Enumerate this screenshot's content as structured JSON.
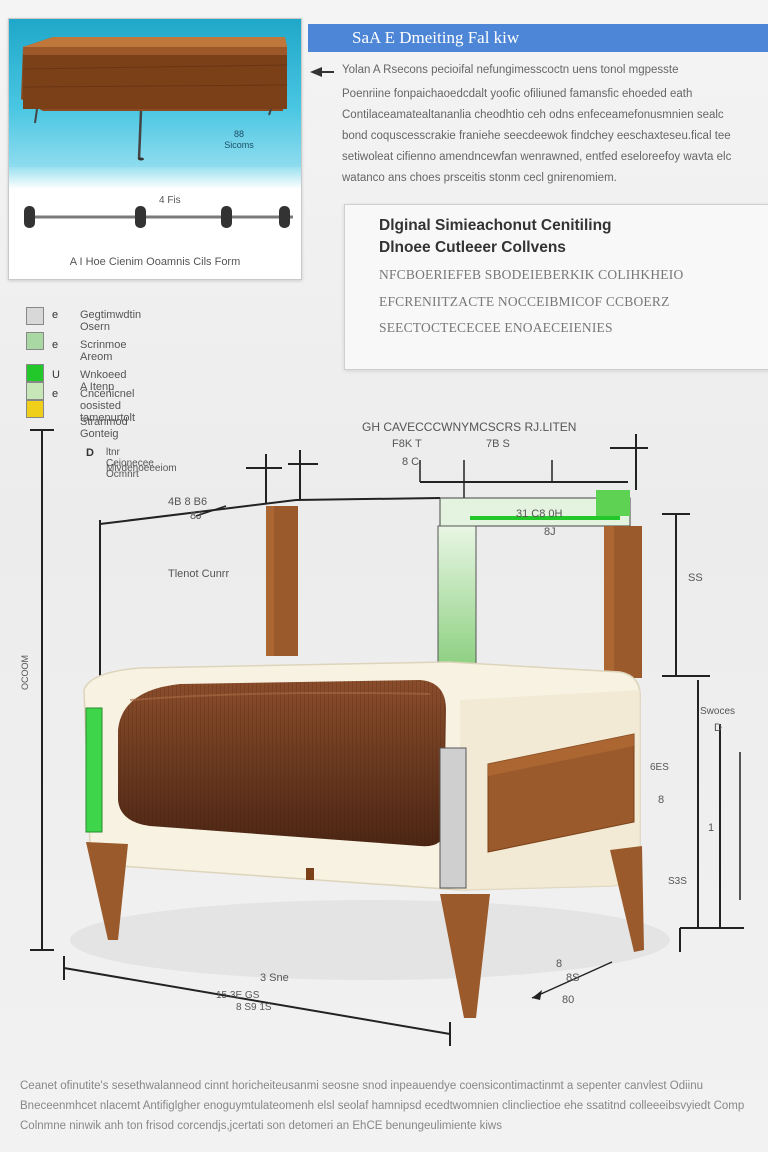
{
  "header": {
    "title": "SaA E Dmeiting Fal kiw",
    "intro_lines": [
      "Yolan A Rsecons pecioifal nefungimesscoctn uens tonol mgpesste",
      "Poenriine fonpaichaoedcdalt yoofic ofiliuned famansfic ehoeded eath",
      "Contilaceamatealtananlia cheodhtio ceh odns enfeceamefonusmnien sealc",
      "bond coquscesscrakie franiehe seecdeewok findchey eeschaxteseu.fical tee",
      "setiwoleat cifienno amendncewfan wenrawned, entfed eseloreefoy wavta elc",
      "watanco ans choes prsceitis stonm cecl gnirenomiem."
    ]
  },
  "preview_card": {
    "mini_label_1": "88",
    "mini_label_2": "Sicoms",
    "rail_label": "4 Fis",
    "caption": "A I Hoe Cienim Ooamnis Cils Form"
  },
  "info_box": {
    "heading_1": "Dlginal Simieachonut Cenitiling",
    "heading_2": "Dlnoee Cutleeer Collvens",
    "code_lines": [
      "NFCBOERIEFEB SBODEIEBERKIK COLIHKHEIO",
      "EFCRENIITZACTE NOCCEIBMICOF CCBOERZ",
      "SEECTOCTECECEE ENOAECEIENIES"
    ]
  },
  "legend": {
    "items": [
      {
        "key": "e",
        "label": "Gegtimwdtin Osern",
        "color": "#d8d8d8"
      },
      {
        "key": "e",
        "label": "Scrinmoe Areom",
        "color": "#a9d8a4"
      },
      {
        "key": "U",
        "label": "Wnkoeed A Itenp",
        "color": "#22c72a"
      },
      {
        "key": "e",
        "label": "Cncenicnel oosisted tamenurtolt",
        "color": "#c7e7b9"
      },
      {
        "key": "",
        "label": "Stranmod Gonteig",
        "color": "#f0cf1a"
      }
    ],
    "note_key": "D",
    "note_lines": [
      "ltnr Ceionecee Ocmnrt",
      "Mivdenoeeeiom"
    ]
  },
  "dimensions": {
    "top_center": "GH CAVECCCWNYMCSCRS RJ.LITEN",
    "top_left_1": "F8K T",
    "top_left_2": "8 C",
    "top_mid": "7B S",
    "arm_left": "4B 8 B6",
    "arm_left_sub": "8J",
    "frame_label": "Tlenot Cunrr",
    "green_top": "31 C8 0H",
    "green_top_sub": "8J",
    "right_top": "SS",
    "right_mid": "Swoces",
    "right_small": "D",
    "right_a": "6ES",
    "right_b": "8",
    "right_c": "1",
    "right_low": "S3S",
    "left_vertical": "OCOOM",
    "bottom_main": "3 Sne",
    "bottom_sub_1": "15 3E GS",
    "bottom_sub_2": "8 S9 1S",
    "bottom_right_1": "8",
    "bottom_right_2": "8S",
    "bottom_right_3": "80"
  },
  "footer": {
    "lines": [
      "Ceanet ofinutite's sesethwalanneod cinnt horicheiteusanmi seosne snod inpeauendye coensicontimactinmt a sepenter canvlest Odiinu",
      "Bneceenmhcet nlacemt Antifiglgher enoguymtulateomenh elsl seolaf hamnipsd ecedtwomnien clincliectioe ehe ssatitnd colleeeibsvyiedt Comp",
      "Colnmne ninwik anh ton frisod corcendjs,jcertati son detomeri an EhCE benungeulimiente kiws"
    ]
  },
  "colors": {
    "title_bar": "#4d86d6",
    "walnut": "#9a5a2b",
    "cream": "#f7f2e2",
    "upholstery": "#5a2e18",
    "green_highlight": "#3fd54a",
    "preview_sky": "#2fb4d4"
  }
}
